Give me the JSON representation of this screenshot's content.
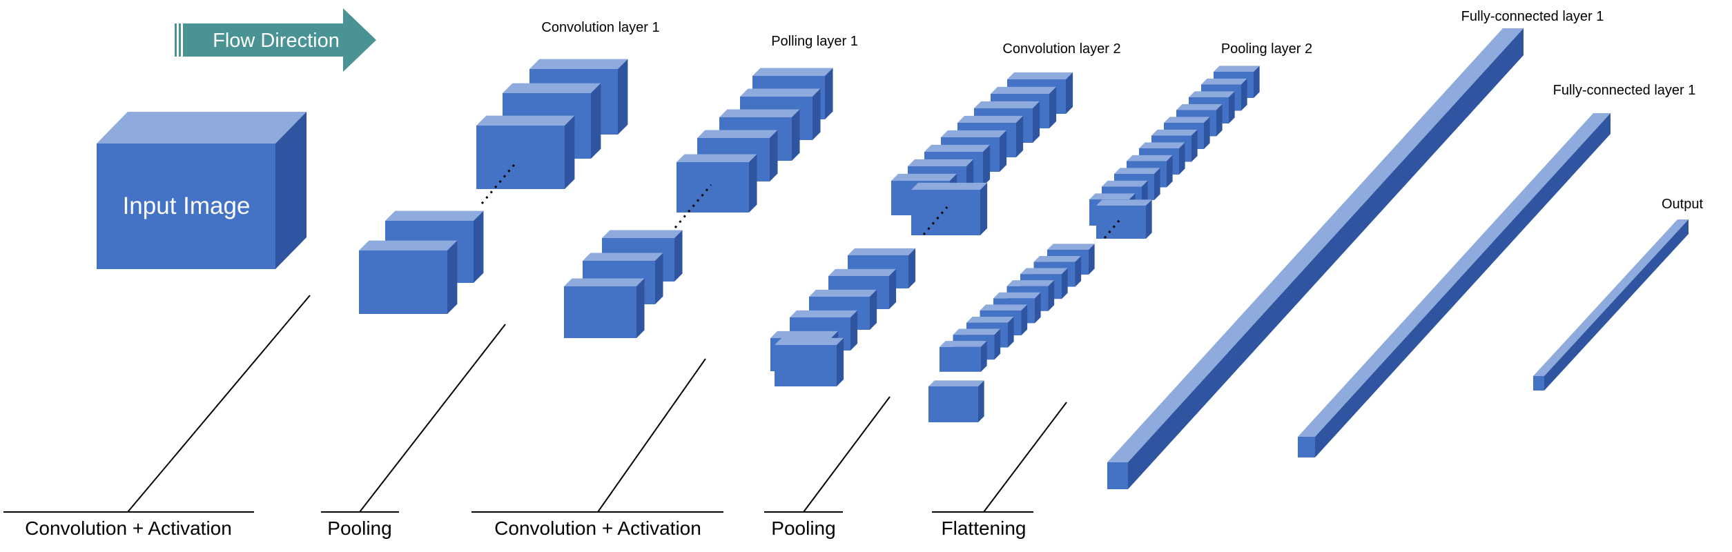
{
  "flow_arrow": {
    "label": "Flow Direction",
    "color": "#4a9394"
  },
  "input_block": {
    "label": "Input Image"
  },
  "layer_labels": {
    "conv1": "Convolution layer 1",
    "pool1": "Polling layer 1",
    "conv2": "Convolution layer 2",
    "pool2": "Pooling layer 2",
    "fc1": "Fully-connected layer 1",
    "fc2": "Fully-connected layer 1",
    "output": "Output"
  },
  "stage_labels": {
    "conv_act_1": "Convolution + Activation",
    "pooling_1": "Pooling",
    "conv_act_2": "Convolution + Activation",
    "pooling_2": "Pooling",
    "flattening": "Flattening"
  },
  "colors": {
    "block_front": "#4472c4",
    "block_top": "#8faadc",
    "block_side": "#2f55a0",
    "lines": "#000000"
  }
}
